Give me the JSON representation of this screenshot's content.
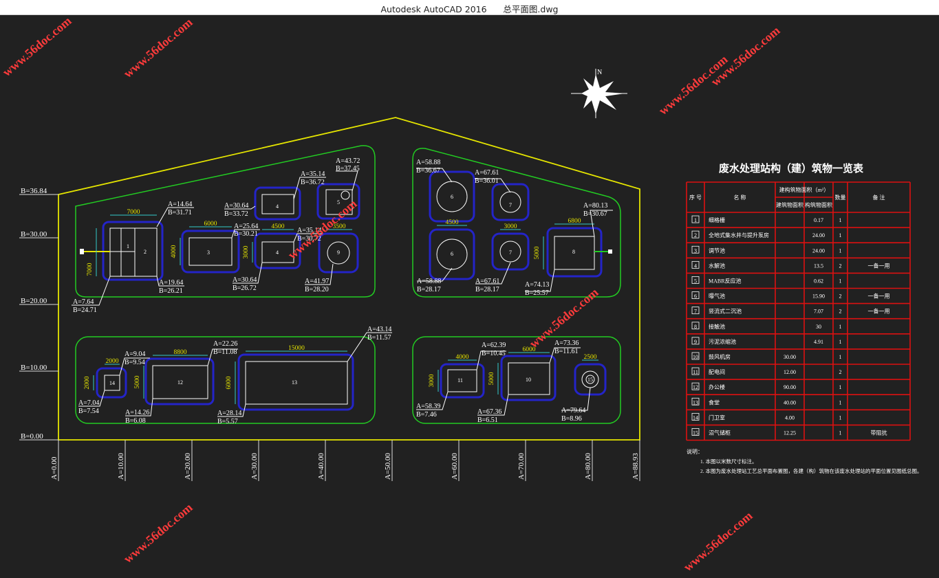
{
  "window": {
    "title": "Autodesk AutoCAD 2016      总平面图.dwg"
  },
  "watermarks": [
    "www.56doc.com",
    "www.56doc.com",
    "www.56doc.com",
    "www.56doc.com",
    "www.56doc.com",
    "www.56doc.com",
    "www.56doc.com",
    "www.56doc.com"
  ],
  "compass": {
    "label": "N"
  },
  "grid": {
    "b_labels": [
      "B=36.84",
      "B=30.00",
      "B=20.00",
      "B=10.00",
      "B=0.00"
    ],
    "a_labels": [
      "A=0.00",
      "A=10.00",
      "A=20.00",
      "A=30.00",
      "A=40.00",
      "A=50.00",
      "A=60.00",
      "A=70.00",
      "A=80.00",
      "A=88.93"
    ]
  },
  "dims": {
    "d1": "7000",
    "d2": "6000",
    "d3": "4500",
    "d4": "3500",
    "d5": "4500",
    "d6": "3000",
    "d7": "6800",
    "d8": "2000",
    "d9": "8800",
    "d10": "15000",
    "d11": "4000",
    "d12": "6000",
    "d13": "2500",
    "v1": "7000",
    "v2": "4000",
    "v3": "3000",
    "v4": "5000",
    "v5": "2000",
    "v6": "5000",
    "v7": "6000",
    "v8": "3000",
    "v9": "5000"
  },
  "coords": {
    "c1a": "A=14.64",
    "c1b": "B=31.71",
    "c2a": "A=25.64",
    "c2b": "B=30.21",
    "c3a": "A=30.64",
    "c3b": "B=33.72",
    "c4a": "A=35.14",
    "c4b": "B=36.72",
    "c5a": "A=43.72",
    "c5b": "B=37.45",
    "c6a": "A=35.14",
    "c6b": "B=30.72",
    "c7a": "A=19.64",
    "c7b": "B=26.21",
    "c8a": "A=7.64",
    "c8b": "B=24.71",
    "c9a": "A=30.64",
    "c9b": "B=26.72",
    "c10a": "A=41.97",
    "c10b": "B=28.20",
    "c11a": "A=58.88",
    "c11b": "B=36.67",
    "c12a": "A=67.61",
    "c12b": "B=36.01",
    "c13a": "A=80.13",
    "c13b": "B=30.67",
    "c14a": "A=58.88",
    "c14b": "B=28.17",
    "c15a": "A=67.61",
    "c15b": "B=28.17",
    "c16a": "A=74.13",
    "c16b": "B=25.57",
    "c17a": "A=9.04",
    "c17b": "B=9.54",
    "c18a": "A=22.26",
    "c18b": "B=11.08",
    "c19a": "A=43.14",
    "c19b": "B=11.57",
    "c20a": "A=7.04",
    "c20b": "B=7.54",
    "c21a": "A=14.26",
    "c21b": "B=6.08",
    "c22a": "A=28.14",
    "c22b": "B=5.57",
    "c23a": "A=62.39",
    "c23b": "B=10.45",
    "c24a": "A=73.36",
    "c24b": "B=11.61",
    "c25a": "A=58.39",
    "c25b": "B=7.46",
    "c26a": "A=67.36",
    "c26b": "B=6.51",
    "c27a": "A=79.64",
    "c27b": "B=8.96"
  },
  "units": {
    "u1": "1",
    "u2": "2",
    "u3": "3",
    "u4a": "4",
    "u4b": "4",
    "u5": "5",
    "u6a": "6",
    "u6b": "6",
    "u7a": "7",
    "u7b": "7",
    "u8": "8",
    "u9": "9",
    "u10": "10",
    "u11": "11",
    "u12": "12",
    "u13": "13",
    "u14": "14",
    "u15": "15"
  },
  "table": {
    "title": "废水处理站构（建）筑物一览表",
    "headers": {
      "no": "序 号",
      "name": "名        称",
      "area_group": "建构筑物面积（m²）",
      "area_build": "建筑物面积",
      "area_struct": "构筑物面积",
      "qty": "数量",
      "note": "备        注"
    },
    "rows": [
      {
        "no": "1",
        "name": "细格栅",
        "build": "",
        "struct": "0.17",
        "qty": "1",
        "note": ""
      },
      {
        "no": "2",
        "name": "全地式集水井与提升泵房",
        "build": "",
        "struct": "24.00",
        "qty": "1",
        "note": ""
      },
      {
        "no": "3",
        "name": "调节池",
        "build": "",
        "struct": "24.00",
        "qty": "1",
        "note": ""
      },
      {
        "no": "4",
        "name": "水解池",
        "build": "",
        "struct": "13.5",
        "qty": "2",
        "note": "一备一用"
      },
      {
        "no": "5",
        "name": "MABR反应池",
        "build": "",
        "struct": "0.62",
        "qty": "1",
        "note": ""
      },
      {
        "no": "6",
        "name": "曝气池",
        "build": "",
        "struct": "15.90",
        "qty": "2",
        "note": "一备一用"
      },
      {
        "no": "7",
        "name": "竖流式二沉池",
        "build": "",
        "struct": "7.07",
        "qty": "2",
        "note": "一备一用"
      },
      {
        "no": "8",
        "name": "接触池",
        "build": "",
        "struct": "30",
        "qty": "1",
        "note": ""
      },
      {
        "no": "9",
        "name": "污泥浓缩池",
        "build": "",
        "struct": "4.91",
        "qty": "1",
        "note": ""
      },
      {
        "no": "10",
        "name": "鼓风机房",
        "build": "30.00",
        "struct": "",
        "qty": "1",
        "note": ""
      },
      {
        "no": "11",
        "name": "配电间",
        "build": "12.00",
        "struct": "",
        "qty": "2",
        "note": ""
      },
      {
        "no": "12",
        "name": "办公楼",
        "build": "90.00",
        "struct": "",
        "qty": "1",
        "note": ""
      },
      {
        "no": "13",
        "name": "食堂",
        "build": "40.00",
        "struct": "",
        "qty": "1",
        "note": ""
      },
      {
        "no": "14",
        "name": "门卫室",
        "build": "4.00",
        "struct": "",
        "qty": "1",
        "note": ""
      },
      {
        "no": "15",
        "name": "沼气储柜",
        "build": "12.25",
        "struct": "",
        "qty": "1",
        "note": "带阻抗"
      }
    ],
    "notes_title": "说明：",
    "notes": [
      "1. 本图以米数尺寸标注。",
      "2. 本图为废水处理站工艺总平面布置图，各建（构）筑物在该废水处理站的平面位置见图纸总图。"
    ]
  }
}
